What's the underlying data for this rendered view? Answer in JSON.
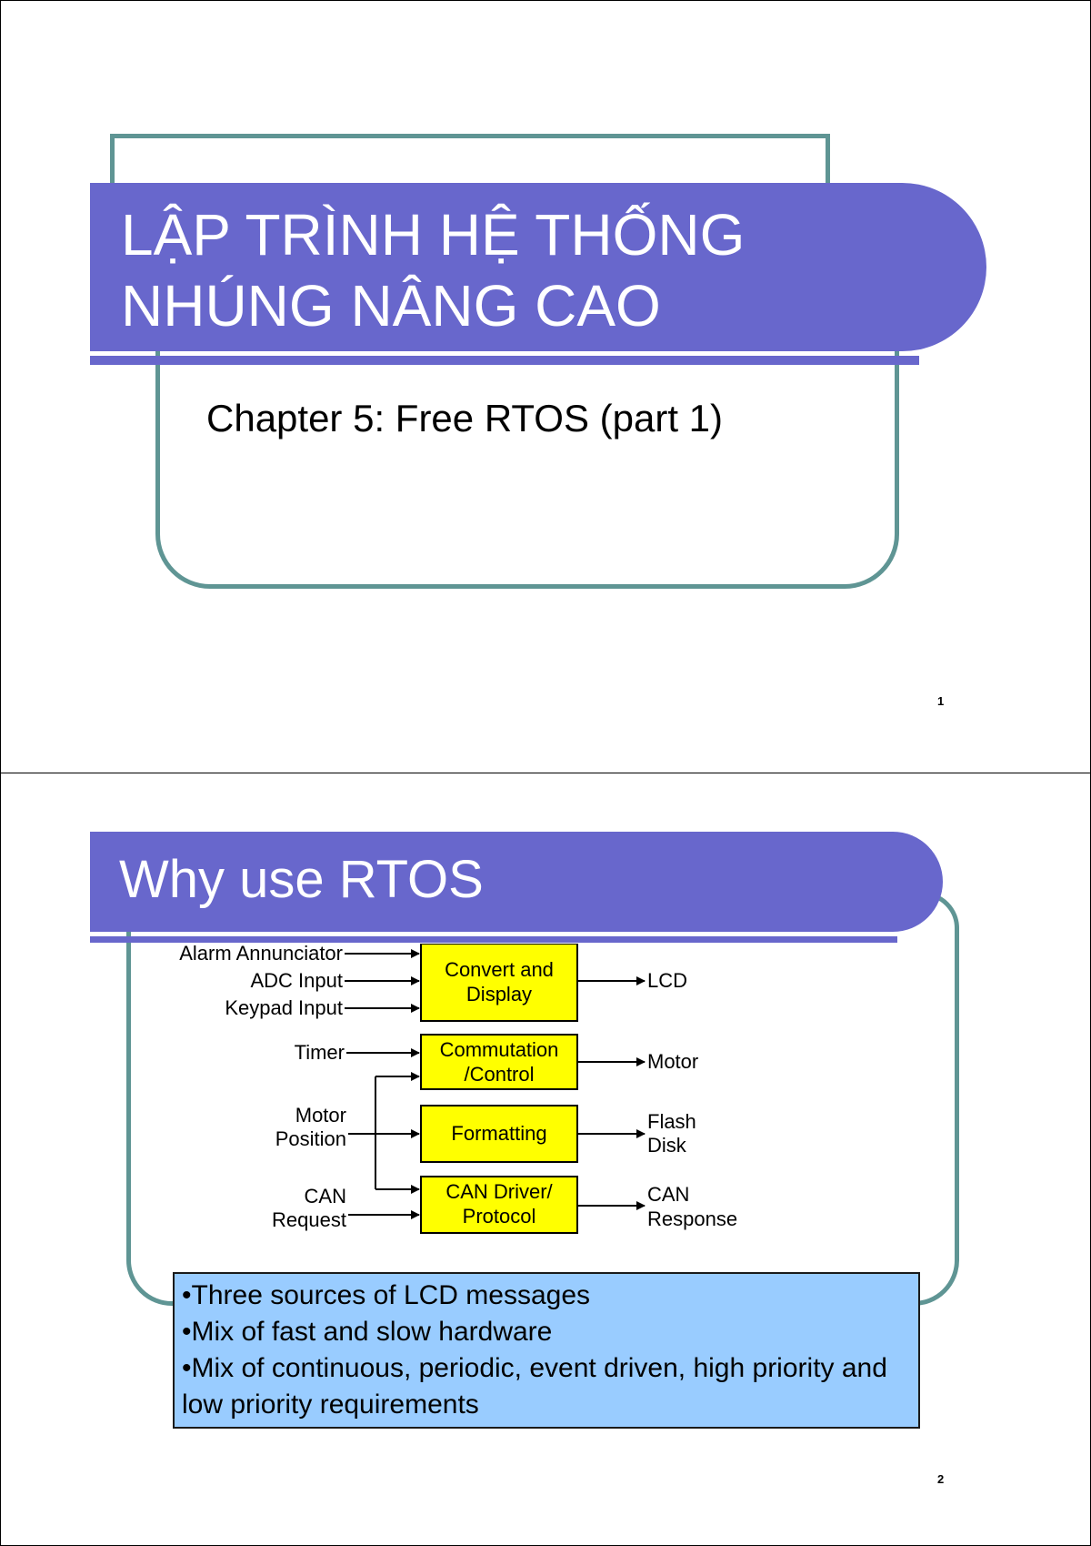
{
  "slides": [
    {
      "title_lines": [
        "LẬP TRÌNH HỆ THỐNG",
        "NHÚNG NÂNG CAO"
      ],
      "subtitle": "Chapter 5: Free RTOS (part 1)",
      "page_number": "1"
    },
    {
      "title": "Why use RTOS",
      "page_number": "2",
      "diagram": {
        "inputs": [
          "Alarm Annunciator",
          "ADC Input",
          "Keypad Input",
          "Timer",
          "Motor",
          "Position",
          "CAN",
          "Request"
        ],
        "blocks": [
          [
            "Convert and",
            "Display"
          ],
          [
            "Commutation",
            "/Control"
          ],
          [
            "Formatting"
          ],
          [
            "CAN Driver/",
            "Protocol"
          ]
        ],
        "outputs": [
          "LCD",
          "Motor",
          "Flash",
          "Disk",
          "CAN",
          "Response"
        ],
        "block_color": "#ffff00"
      },
      "bullets": [
        "•Three sources of LCD messages",
        "•Mix of fast and slow hardware",
        "•Mix of continuous, periodic, event driven, high priority and low priority requirements"
      ],
      "bullet_box_color": "#99ccff"
    }
  ],
  "colors": {
    "accent": "#6867cc",
    "frame": "#5f9594"
  }
}
